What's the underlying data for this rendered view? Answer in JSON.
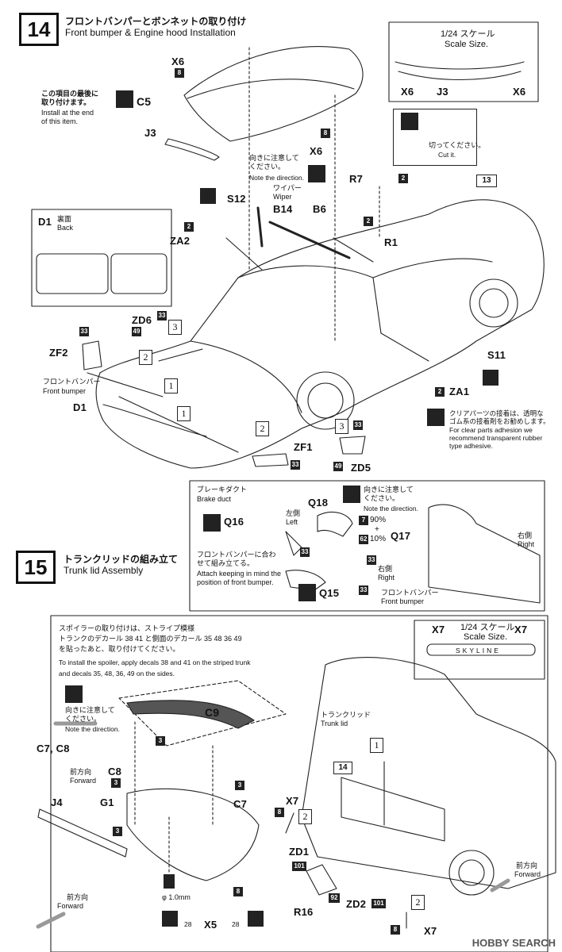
{
  "step14": {
    "number": "14",
    "title_jp": "フロントバンパーとボンネットの取り付け",
    "title_en": "Front bumper & Engine hood Installation",
    "scale_box": {
      "title_jp": "1/24 スケール",
      "title_en": "Scale Size.",
      "labels": [
        "X6",
        "J3",
        "X6"
      ]
    },
    "note_end_jp": "この項目の最後に\n取り付けます。",
    "note_end_en": "Install at the end\nof this item.",
    "cut_jp": "切ってください。",
    "cut_en": "Cut it.",
    "direction_jp": "向きに注意して\nください。",
    "direction_en": "Note the direction.",
    "wiper_jp": "ワイパー",
    "wiper_en": "Wiper",
    "back_jp": "裏面",
    "back_en": "Back",
    "front_bumper_jp": "フロントバンパー",
    "front_bumper_en": "Front bumper",
    "clear_jp": "クリアパーツの接着は、透明な\nゴム系の接着剤をお勧めします。",
    "clear_en": "For clear parts adhesion we\nrecommend transparent rubber\ntype adhesive.",
    "parts": {
      "X6a": "X6",
      "C5": "C5",
      "J3": "J3",
      "X6b": "X6",
      "R7": "R7",
      "R1": "R1",
      "S12": "S12",
      "ZA2": "ZA2",
      "B14": "B14",
      "B6": "B6",
      "D1a": "D1",
      "ZD6": "ZD6",
      "ZF2": "ZF2",
      "D1b": "D1",
      "ZF1": "ZF1",
      "ZD5": "ZD5",
      "S11": "S11",
      "ZA1": "ZA1",
      "ref13": "13"
    },
    "numbers": {
      "n8a": "8",
      "n8b": "8",
      "n2a": "2",
      "n2b": "2",
      "n2c": "2",
      "n2d": "2",
      "n33a": "33",
      "n49a": "49",
      "n33b": "33",
      "n33c": "33",
      "n33d": "33",
      "n49b": "49"
    }
  },
  "brake": {
    "title_jp": "ブレーキダクト",
    "title_en": "Brake duct",
    "direction_jp": "向きに注意して\nください。",
    "direction_en": "Note the direction.",
    "left_jp": "左側",
    "left_en": "Left",
    "right_jp": "右側",
    "right_en": "Right",
    "attach_jp": "フロントバンパーに合わ\nせて組み立てる。",
    "attach_en": "Attach keeping in mind the\nposition of front bumper.",
    "mix": [
      "90%",
      "+",
      "10%"
    ],
    "mix_codes": [
      "7",
      "62"
    ],
    "front_bumper_jp": "フロントバンパー",
    "front_bumper_en": "Front bumper",
    "parts": {
      "Q16": "Q16",
      "Q18": "Q18",
      "Q17": "Q17",
      "Q15": "Q15"
    },
    "numbers": {
      "n33a": "33",
      "n33b": "33",
      "n33c": "33"
    }
  },
  "step15": {
    "number": "15",
    "title_jp": "トランクリッドの組み立て",
    "title_en": "Trunk lid Assembly",
    "spoiler_jp": "スポイラーの取り付けは、ストライプ模様\nトランクのデカール 38 41 と側面のデカール 35 48 36 49\nを貼ったあと、取り付けてください。",
    "spoiler_en": "To install the spoiler, apply decals 38 and 41 on the striped trunk\nand decals 35, 48, 36, 49 on the sides.",
    "direction_jp": "向きに注意して\nください。",
    "direction_en": "Note the direction.",
    "forward_jp": "前方向",
    "forward_en": "Forward",
    "trunk_jp": "トランクリッド",
    "trunk_en": "Trunk lid",
    "scale_box": {
      "title_jp": "1/24 スケール",
      "title_en": "Scale Size.",
      "labels": [
        "X7",
        "X7"
      ],
      "plate": "SKYLINE"
    },
    "drill": "φ 1.0mm",
    "parts": {
      "C9": "C9",
      "C7C8": "C7, C8",
      "C8": "C8",
      "C7": "C7",
      "J4": "J4",
      "G1": "G1",
      "X5": "X5",
      "X7a": "X7",
      "ZD1": "ZD1",
      "R16": "R16",
      "ZD2": "ZD2",
      "X7b": "X7",
      "ref14": "14"
    },
    "numbers": {
      "n3a": "3",
      "n3b": "3",
      "n3c": "3",
      "n3d": "3",
      "n8a": "8",
      "n8b": "8",
      "n8c": "8",
      "n28a": "28",
      "n28b": "28",
      "n101a": "101",
      "n101b": "101",
      "n92": "92"
    }
  },
  "watermark": "HOBBY SEARCH"
}
